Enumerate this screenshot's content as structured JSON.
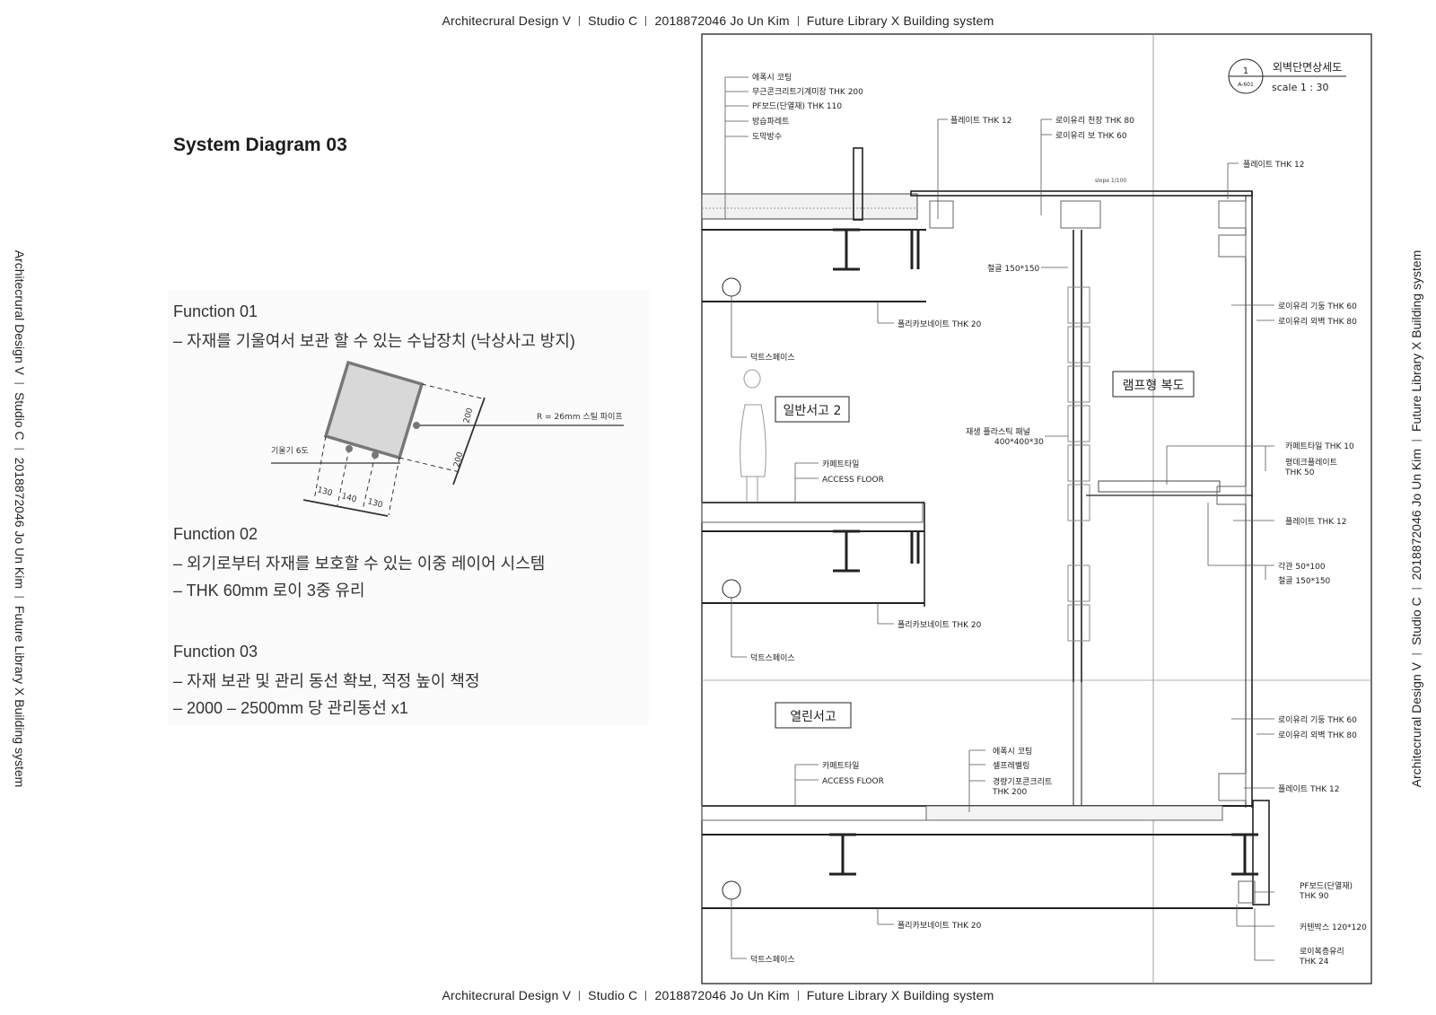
{
  "header": {
    "course": "Architecrural Design V",
    "studio": "Studio C",
    "student": "2018872046 Jo Un Kim",
    "project": "Future Library X Building system"
  },
  "left": {
    "title": "System Diagram 03",
    "functions": [
      {
        "heading": "Function 01",
        "lines": [
          "– 자재를 기울여서 보관 할 수 있는 수납장치 (낙상사고 방지)"
        ]
      },
      {
        "heading": "Function 02",
        "lines": [
          "– 외기로부터 자재를 보호할 수 있는 이중 레이어 시스템",
          "– THK 60mm 로이 3중 유리"
        ]
      },
      {
        "heading": "Function 03",
        "lines": [
          "– 자재 보관 및 관리 동선 확보, 적정 높이 책정",
          "– 2000 – 2500mm 당 관리동선 x1"
        ]
      }
    ],
    "sketch": {
      "pipe_label": "R = 26mm 스틸 파이프",
      "tilt_label": "기울기 6도",
      "dims": [
        "200",
        "200",
        "130",
        "140",
        "130"
      ]
    }
  },
  "drawing": {
    "tag_number": "1",
    "tag_sheet": "A-601",
    "drawing_title": "외벽단면상세도",
    "scale": "scale 1 : 30",
    "slope_note": "slope 1/100",
    "rooms": [
      "일반서고 2",
      "램프형 복도",
      "열린서고"
    ],
    "labels": {
      "roof": [
        "에폭시 코팅",
        "무근콘크리트기계미장 THK 200",
        "PF보드(단열재) THK 110",
        "방습파레트",
        "도막방수"
      ],
      "plate_12": "플레이트 THK 12",
      "roof_glass": [
        "로이유리 천장 THK 80",
        "로이유리 보 THK 60"
      ],
      "steel_150": "철골 150*150",
      "polycarbonate": "폴리카보네이트 THK 20",
      "duct": "덕트스페이스",
      "glass_col_wall": [
        "로이유리 기둥 THK 60",
        "로이유리 외벽 THK 80"
      ],
      "recycled_panel": [
        "재생 플라스틱 패널",
        "400*400*30"
      ],
      "carpet_floor": [
        "카페트타일",
        "ACCESS FLOOR"
      ],
      "corridor_floor": [
        "카페트타일 THK 10",
        "평데크플레이트",
        "THK 50"
      ],
      "tube_steel": [
        "각관 50*100",
        "철골 150*150"
      ],
      "lower_floor": [
        "에폭시 코팅",
        "셀프레벨링",
        "경량기포콘크리트",
        "THK 200"
      ],
      "pf_board": [
        "PF보드(단열재)",
        "THK 90"
      ],
      "curtain_box": "커텐박스 120*120",
      "low_e_double": [
        "로이복층유리",
        "THK 24"
      ]
    }
  }
}
